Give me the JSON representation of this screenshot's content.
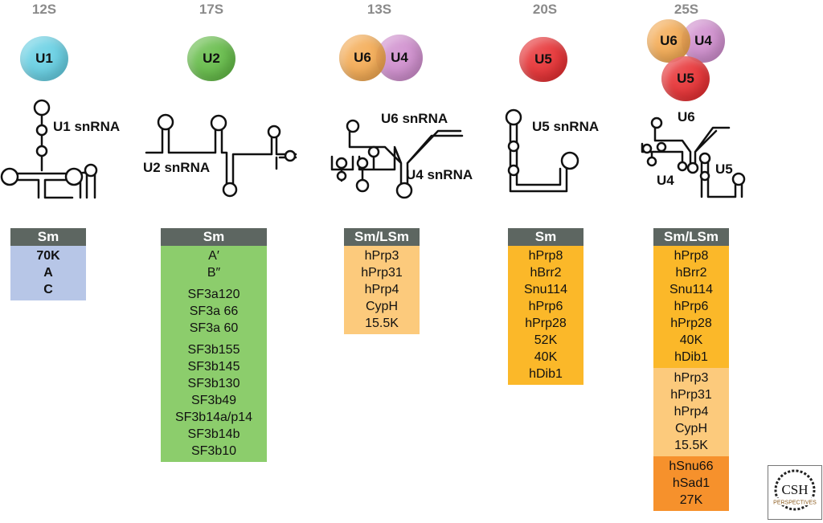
{
  "complexes": [
    {
      "id": "u1",
      "sedimentation": "12S",
      "particles": [
        {
          "label": "U1",
          "color": "#5ecde2"
        }
      ],
      "rna_labels": [
        "U1 snRNA"
      ],
      "protein_groups": [
        {
          "color": "#b7c6e7",
          "bold": true,
          "items": [
            "70K",
            "A",
            "C"
          ]
        }
      ],
      "header": "Sm"
    },
    {
      "id": "u2",
      "sedimentation": "17S",
      "particles": [
        {
          "label": "U2",
          "color": "#5cb83e"
        }
      ],
      "rna_labels": [
        "U2 snRNA"
      ],
      "header": "Sm",
      "protein_groups": [
        {
          "color": "#8ccd6c",
          "items": [
            [
              "A′",
              "B″"
            ],
            [
              "SF3a120",
              "SF3a 66",
              "SF3a 60"
            ],
            [
              "SF3b155",
              "SF3b145",
              "SF3b130",
              "SF3b49",
              "SF3b14a/p14",
              "SF3b14b",
              "SF3b10"
            ]
          ]
        }
      ]
    },
    {
      "id": "u4u6",
      "sedimentation": "13S",
      "particles": [
        {
          "label": "U6",
          "color": "#f3a64a"
        },
        {
          "label": "U4",
          "color": "#cd88cb"
        }
      ],
      "rna_labels": [
        "U6 snRNA",
        "U4 snRNA"
      ],
      "header": "Sm/LSm",
      "protein_groups": [
        {
          "color": "#fcca7c",
          "items": [
            "hPrp3",
            "hPrp31",
            "hPrp4",
            "CypH",
            "15.5K"
          ]
        }
      ]
    },
    {
      "id": "u5",
      "sedimentation": "20S",
      "particles": [
        {
          "label": "U5",
          "color": "#e52528"
        }
      ],
      "rna_labels": [
        "U5 snRNA"
      ],
      "header": "Sm",
      "protein_groups": [
        {
          "color": "#fbb829",
          "items": [
            "hPrp8",
            "hBrr2",
            "Snu114",
            "hPrp6",
            "hPrp28",
            "52K",
            "40K",
            "hDib1"
          ]
        }
      ]
    },
    {
      "id": "tri",
      "sedimentation": "25S",
      "particles": [
        {
          "label": "U6",
          "color": "#f3a64a"
        },
        {
          "label": "U4",
          "color": "#cd88cb"
        },
        {
          "label": "U5",
          "color": "#e52528"
        }
      ],
      "rna_labels": [
        "U6",
        "U4",
        "U5"
      ],
      "header": "Sm/LSm",
      "protein_groups": [
        {
          "color": "#fbb829",
          "items": [
            "hPrp8",
            "hBrr2",
            "Snu114",
            "hPrp6",
            "hPrp28",
            "40K",
            "hDib1"
          ]
        },
        {
          "color": "#fcca7c",
          "items": [
            "hPrp3",
            "hPrp31",
            "hPrp4",
            "CypH",
            "15.5K"
          ]
        },
        {
          "color": "#f6912c",
          "items": [
            "hSnu66",
            "hSad1",
            "27K"
          ]
        }
      ]
    }
  ],
  "logo": {
    "top": "CSH",
    "bottom": "PERSPECTIVES"
  }
}
